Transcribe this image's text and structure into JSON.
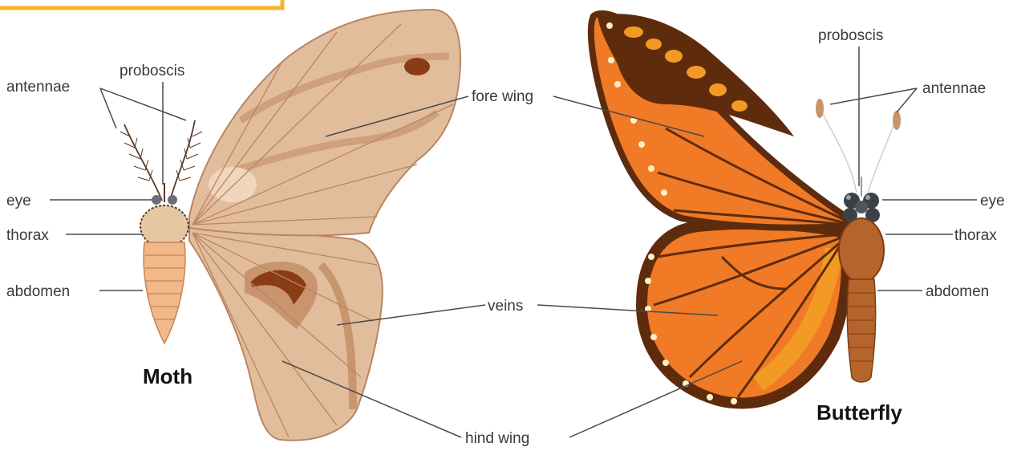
{
  "moth": {
    "title": "Moth",
    "labels": {
      "antennae": "antennae",
      "proboscis": "proboscis",
      "eye": "eye",
      "thorax": "thorax",
      "abdomen": "abdomen"
    }
  },
  "butterfly": {
    "title": "Butterfly",
    "labels": {
      "proboscis": "proboscis",
      "antennae": "antennae",
      "eye": "eye",
      "thorax": "thorax",
      "abdomen": "abdomen"
    }
  },
  "shared_labels": {
    "fore_wing": "fore wing",
    "veins": "veins",
    "hind_wing": "hind wing"
  },
  "colors": {
    "moth_wing": "#e2bd9c",
    "moth_wing_dark": "#b98562",
    "moth_body": "#f1b88a",
    "butterfly_wing": "#f07a25",
    "butterfly_border": "#5e2c0d",
    "butterfly_spots": "#fff1c6",
    "butterfly_body": "#b5652c",
    "corner_accent": "#f5b52a"
  }
}
